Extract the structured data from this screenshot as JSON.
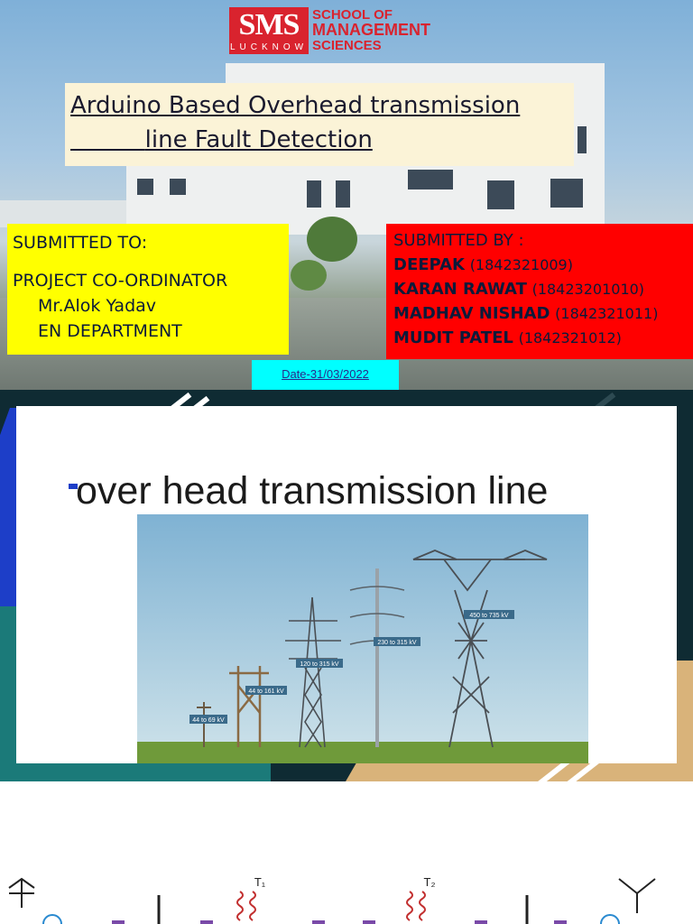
{
  "slide1": {
    "logo": {
      "mark": "SMS",
      "city": "LUCKNOW",
      "lines": [
        "SCHOOL OF",
        "MANAGEMENT",
        "SCIENCES"
      ]
    },
    "title": {
      "line1": "Arduino Based Overhead transmission",
      "line2": "line Fault Detection"
    },
    "submitted_to": {
      "heading": "SUBMITTED TO:",
      "role": "PROJECT CO-ORDINATOR",
      "name": "Mr.Alok Yadav",
      "department": "EN DEPARTMENT"
    },
    "submitted_by": {
      "heading": "SUBMITTED BY :",
      "members": [
        {
          "name": "DEEPAK",
          "id": "(1842321009)"
        },
        {
          "name": "KARAN RAWAT",
          "id": "(18423201010)"
        },
        {
          "name": "MADHAV NISHAD",
          "id": "(1842321011)"
        },
        {
          "name": "MUDIT PATEL",
          "id": "(1842321012)"
        }
      ]
    },
    "date": "Date-31/03/2022"
  },
  "slide2": {
    "title": "over head transmission line",
    "voltage_labels": [
      "44 to 69 kV",
      "44 to 161 kV",
      "120 to 315 kV",
      "230 to 315 kV",
      "450 to 735 kV"
    ]
  },
  "slide3": {
    "labels": [
      "T₁",
      "T₂"
    ]
  },
  "colors": {
    "yellow_box": "#ffff00",
    "red_box": "#ff0000",
    "date_box": "#00ffff",
    "logo_red": "#d9232e",
    "title_bg": "#fbf3d7"
  }
}
